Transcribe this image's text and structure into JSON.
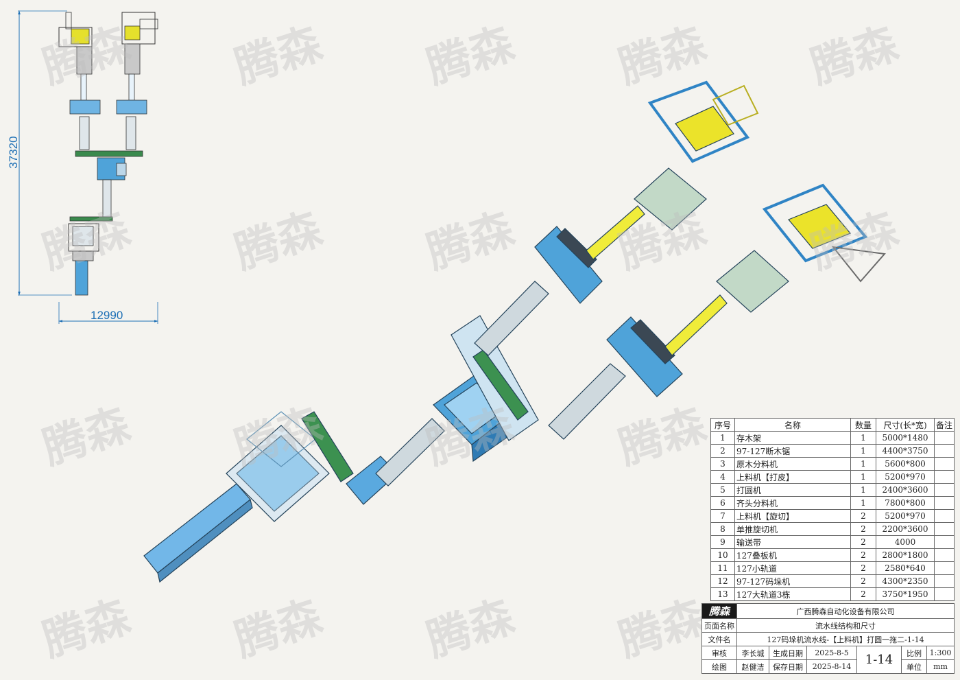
{
  "watermark": "腾森",
  "overview": {
    "height_dim": "37320",
    "width_dim": "12990"
  },
  "bom": {
    "headers": [
      "序号",
      "名称",
      "数量",
      "尺寸(长*宽)",
      "备注"
    ],
    "rows": [
      {
        "no": "1",
        "name": "存木架",
        "qty": "1",
        "size": "5000*1480",
        "note": ""
      },
      {
        "no": "2",
        "name": "97-127断木锯",
        "qty": "1",
        "size": "4400*3750",
        "note": ""
      },
      {
        "no": "3",
        "name": "原木分料机",
        "qty": "1",
        "size": "5600*800",
        "note": ""
      },
      {
        "no": "4",
        "name": "上料机【打皮】",
        "qty": "1",
        "size": "5200*970",
        "note": ""
      },
      {
        "no": "5",
        "name": "打圆机",
        "qty": "1",
        "size": "2400*3600",
        "note": ""
      },
      {
        "no": "6",
        "name": "齐头分料机",
        "qty": "1",
        "size": "7800*800",
        "note": ""
      },
      {
        "no": "7",
        "name": "上料机【旋切】",
        "qty": "2",
        "size": "5200*970",
        "note": ""
      },
      {
        "no": "8",
        "name": "单推旋切机",
        "qty": "2",
        "size": "2200*3600",
        "note": ""
      },
      {
        "no": "9",
        "name": "输送带",
        "qty": "2",
        "size": "4000",
        "note": ""
      },
      {
        "no": "10",
        "name": "127叠板机",
        "qty": "2",
        "size": "2800*1800",
        "note": ""
      },
      {
        "no": "11",
        "name": "127小轨道",
        "qty": "2",
        "size": "2580*640",
        "note": ""
      },
      {
        "no": "12",
        "name": "97-127码垛机",
        "qty": "2",
        "size": "4300*2350",
        "note": ""
      },
      {
        "no": "13",
        "name": "127大轨道3栋",
        "qty": "2",
        "size": "3750*1950",
        "note": ""
      }
    ]
  },
  "title_block": {
    "logo": "腾森",
    "company": "广西腾森自动化设备有限公司",
    "page_name_label": "页面名称",
    "page_name": "流水线结构和尺寸",
    "file_name_label": "文件名",
    "file_name": "127码垛机流水线-【上料机】打圆一拖二-1-14",
    "review_label": "审核",
    "reviewer": "李长城",
    "created_label": "生成日期",
    "created_date": "2025-8-5",
    "drawing_no": "1-14",
    "scale_label": "比例",
    "scale": "1:300",
    "drawer_label": "绘图",
    "drawer": "赵健洁",
    "saved_label": "保存日期",
    "saved_date": "2025-8-14",
    "unit_label": "单位",
    "unit": "mm"
  }
}
